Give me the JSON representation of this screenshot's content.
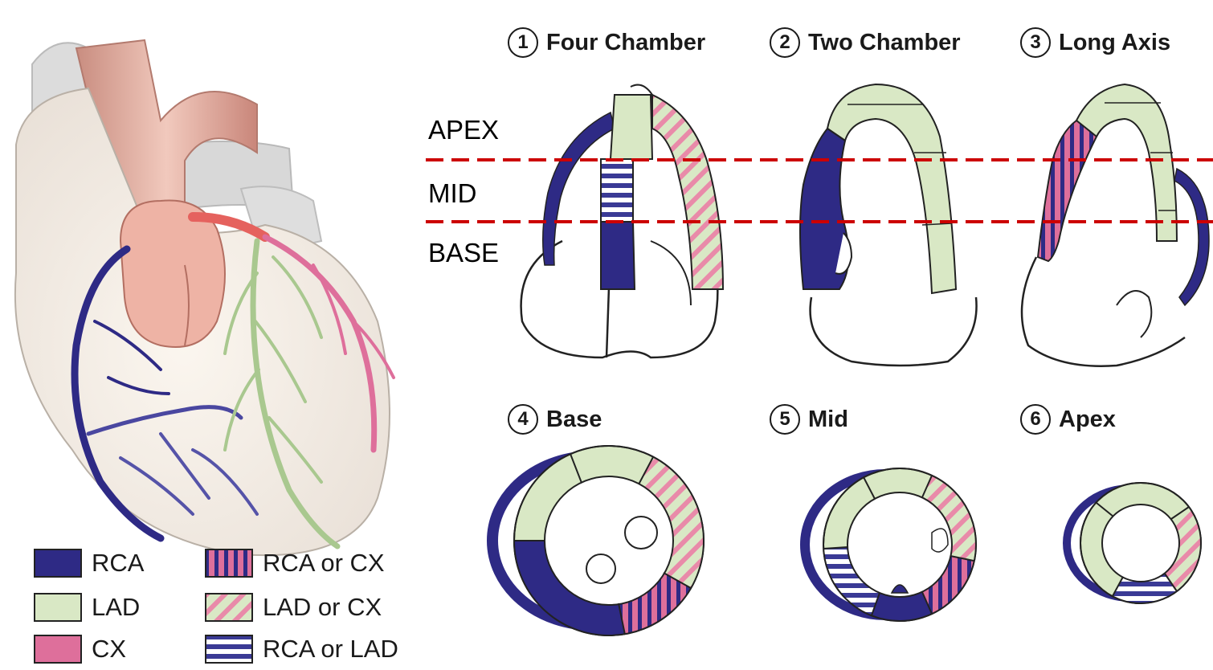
{
  "colors": {
    "rca": "#2e2a85",
    "lad": "#d9e8c5",
    "cx": "#de6f9b",
    "divider": "#cc0000",
    "outline": "#222222"
  },
  "views": [
    {
      "number": "1",
      "name": "Four Chamber"
    },
    {
      "number": "2",
      "name": "Two Chamber"
    },
    {
      "number": "3",
      "name": "Long Axis"
    },
    {
      "number": "4",
      "name": "Base"
    },
    {
      "number": "5",
      "name": "Mid"
    },
    {
      "number": "6",
      "name": "Apex"
    }
  ],
  "levels": {
    "apex": "APEX",
    "mid": "MID",
    "base": "BASE"
  },
  "legend": [
    {
      "label": "RCA",
      "pattern": "solid-rca"
    },
    {
      "label": "LAD",
      "pattern": "solid-lad"
    },
    {
      "label": "CX",
      "pattern": "solid-cx"
    },
    {
      "label": "RCA or CX",
      "pattern": "vertical-stripes"
    },
    {
      "label": "LAD or CX",
      "pattern": "diagonal-stripes"
    },
    {
      "label": "RCA or LAD",
      "pattern": "horizontal-stripes"
    }
  ]
}
